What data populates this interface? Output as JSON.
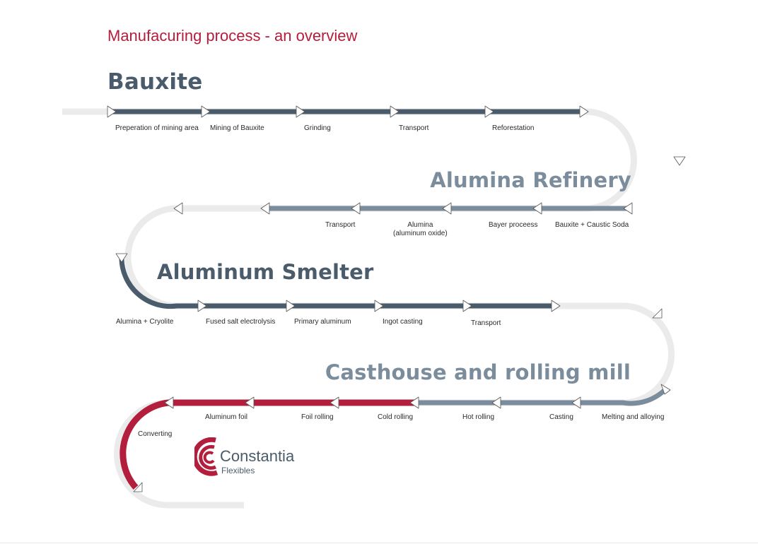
{
  "title": "Manufacuring process - an overview",
  "colors": {
    "brand_red": "#b31e3c",
    "dark_slate": "#4a5c6b",
    "light_slate": "#7b8d9c",
    "track_grey": "#ebebeb"
  },
  "stages": [
    {
      "title": "Bauxite",
      "steps": [
        "Preperation of mining area",
        "Mining of Bauxite",
        "Grinding",
        "Transport",
        "Reforestation"
      ]
    },
    {
      "title": "Alumina Refinery",
      "steps": [
        "Transport",
        "Alumina",
        "(aluminum oxide)",
        "Bayer proceess",
        "Bauxite + Caustic Soda"
      ]
    },
    {
      "title": "Aluminum Smelter",
      "steps": [
        "Alumina + Cryolite",
        "Fused salt electrolysis",
        "Primary aluminum",
        "Ingot casting",
        "Transport"
      ]
    },
    {
      "title": "Casthouse and rolling mill",
      "steps": [
        "Aluminum foil",
        "Foil rolling",
        "Cold rolling",
        "Hot rolling",
        "Casting",
        "Melting and alloying"
      ]
    },
    {
      "title": "",
      "steps": [
        "Converting"
      ]
    }
  ],
  "logo": {
    "name": "Constantia",
    "sub": "Flexibles"
  }
}
